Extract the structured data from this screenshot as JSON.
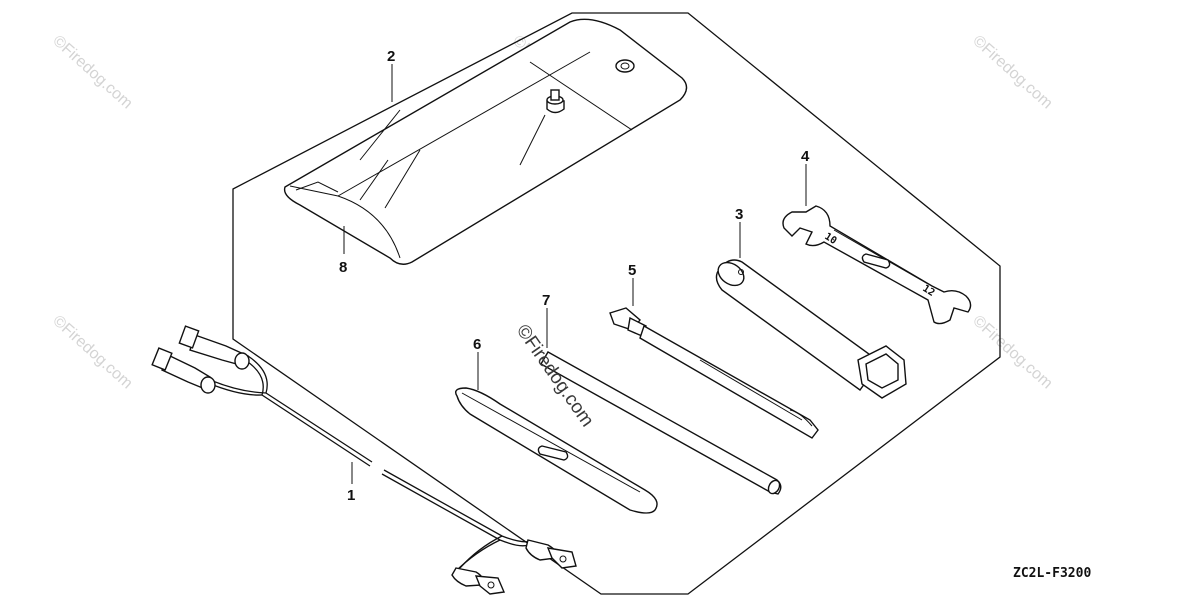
{
  "diagram": {
    "part_code": "ZC2L-F3200",
    "watermark": "©Firedog.com",
    "callouts": [
      {
        "id": "1",
        "part": "cable"
      },
      {
        "id": "2",
        "part": "tool-bag"
      },
      {
        "id": "3",
        "part": "plug-wrench"
      },
      {
        "id": "4",
        "part": "open-end-wrench"
      },
      {
        "id": "5",
        "part": "screwdriver"
      },
      {
        "id": "6",
        "part": "handle-bar"
      },
      {
        "id": "7",
        "part": "rod"
      },
      {
        "id": "8",
        "part": "bag-strap"
      }
    ],
    "wrench_markings": [
      "10",
      "12"
    ]
  }
}
